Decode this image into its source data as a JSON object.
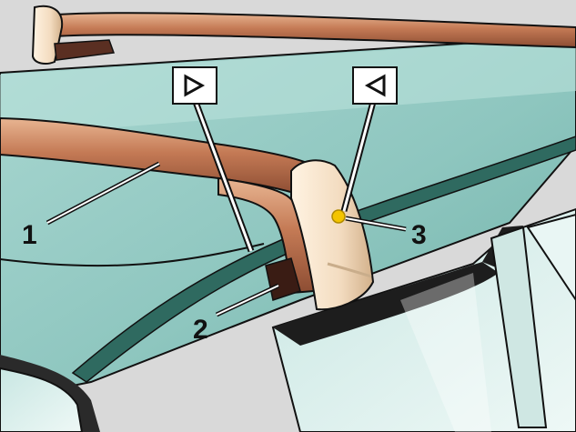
{
  "callouts": {
    "part_1": "1",
    "part_2": "2",
    "part_3": "3"
  },
  "colors": {
    "roof_light": "#bfe3dd",
    "roof_mid": "#8fc7bf",
    "roof_dark": "#4f9a8f",
    "seal_strip": "#2f6a60",
    "rack_bar": "#c47a55",
    "rack_bar_highlight": "#e3ab86",
    "rack_bar_shadow": "#8d4d33",
    "bracket": "#f3dcc0",
    "bracket_shadow": "#d6b892",
    "bolt": "#f4c400",
    "outline": "#111111",
    "sky": "#d9d9d9",
    "window_glass": "#d3ebe8"
  },
  "icons": {
    "left_marker": "triangle-right-icon",
    "right_marker": "triangle-left-icon"
  }
}
